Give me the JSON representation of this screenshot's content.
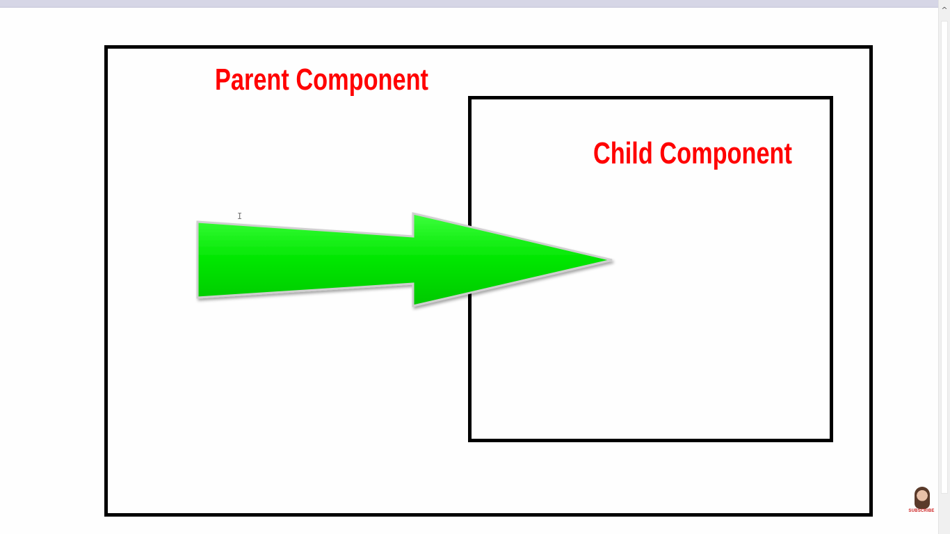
{
  "diagram": {
    "parent_label": "Parent Component",
    "child_label": "Child Component",
    "label_color": "#ff0000",
    "arrow_color": "#00e600",
    "box_border_color": "#000000",
    "arrow_direction": "parent-to-child"
  },
  "badge": {
    "caption": "SUBSCRIBE",
    "icon": "avatar-icon"
  },
  "scrollbar": {
    "up_icon": "chevron-up-icon",
    "up_glyph": "^"
  },
  "cursor_glyph": "I"
}
